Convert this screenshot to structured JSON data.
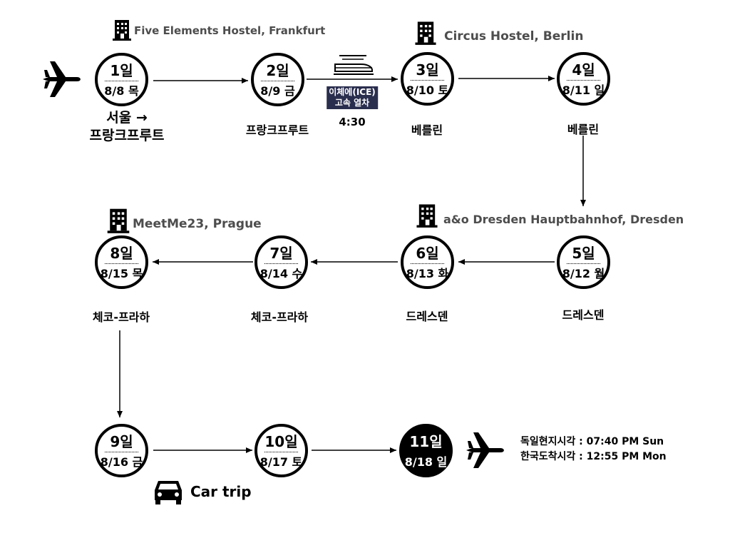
{
  "days": [
    {
      "day": "1일",
      "date": "8/8 목",
      "filled": true,
      "label": [
        "서울 →",
        "프랑크프루트"
      ]
    },
    {
      "day": "2일",
      "date": "8/9 금",
      "filled": false,
      "label": [
        "프랑크프루트"
      ]
    },
    {
      "day": "3일",
      "date": "8/10 토",
      "filled": false,
      "label": [
        "베를린"
      ]
    },
    {
      "day": "4일",
      "date": "8/11 일",
      "filled": false,
      "label": [
        "베를린"
      ]
    },
    {
      "day": "5일",
      "date": "8/12 월",
      "filled": false,
      "label": [
        "드레스덴"
      ]
    },
    {
      "day": "6일",
      "date": "8/13 화",
      "filled": false,
      "label": [
        "드레스덴"
      ]
    },
    {
      "day": "7일",
      "date": "8/14 수",
      "filled": false,
      "label": [
        "체코-프라하"
      ]
    },
    {
      "day": "8일",
      "date": "8/15 목",
      "filled": false,
      "label": [
        "체코-프라하"
      ]
    },
    {
      "day": "9일",
      "date": "8/16 금",
      "filled": false,
      "label": []
    },
    {
      "day": "10일",
      "date": "8/17 토",
      "filled": false,
      "label": []
    },
    {
      "day": "11일",
      "date": "8/18 일",
      "filled": true,
      "label": []
    }
  ],
  "hostels": [
    "Five Elements Hostel, Frankfurt",
    "Circus Hostel, Berlin",
    "a&o Dresden Hauptbahnhof, Dresden",
    "MeetMe23, Prague"
  ],
  "train": {
    "name_line1": "이체에(ICE)",
    "name_line2": "고속 열차",
    "duration": "4:30"
  },
  "car": {
    "label": "Car trip"
  },
  "arrival": {
    "line1": "독일현지시각 : 07:40 PM Sun",
    "line2": "한국도착시각 : 12:55 PM Mon"
  },
  "icons": {
    "plane": "airplane-icon",
    "train": "train-icon",
    "car": "car-icon",
    "hostel": "hostel-building-icon"
  }
}
